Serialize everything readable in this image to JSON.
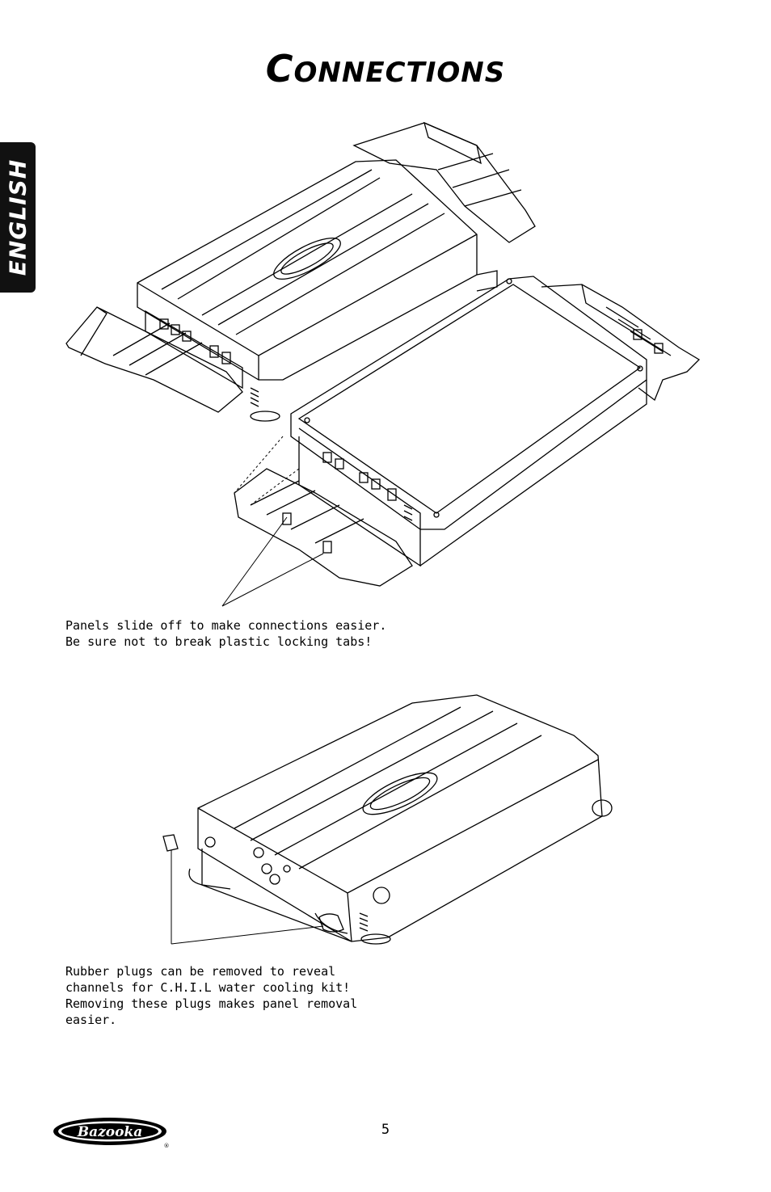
{
  "header": {
    "title_initial": "C",
    "title_rest": "ONNECTIONS"
  },
  "language_tab": {
    "label": "ENGLISH"
  },
  "figure_1": {
    "caption_lines": [
      "Panels slide off to make connections easier.",
      "Be sure not to break plastic locking tabs!"
    ]
  },
  "figure_2": {
    "caption_lines": [
      "Rubber plugs can be removed to reveal",
      "channels for C.H.I.L water cooling kit!",
      "Removing these plugs makes panel removal",
      "easier."
    ]
  },
  "footer": {
    "page_number": "5",
    "brand": "Bazooka",
    "registered_mark": "®"
  },
  "colors": {
    "ink": "#000000",
    "tab_background": "#111111",
    "paper": "#ffffff"
  }
}
